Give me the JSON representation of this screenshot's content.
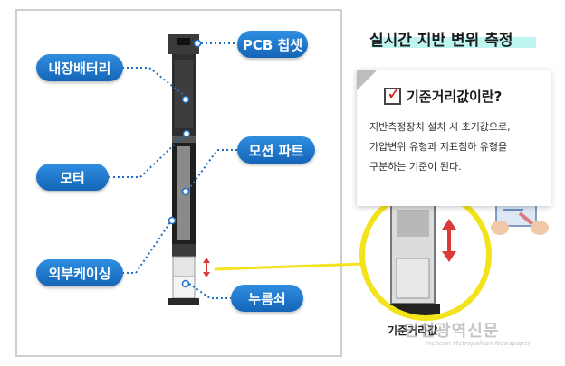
{
  "diagram": {
    "labels": {
      "pcb": "PCB 칩셋",
      "battery": "내장배터리",
      "motion": "모션 파트",
      "motor": "모터",
      "casing": "외부케이싱",
      "button": "누름쇠"
    }
  },
  "info": {
    "title": "실시간 지반 변위 측정",
    "question": "기준거리값이란?",
    "description_lines": [
      "지반측정장치 설치 시 초기값으로,",
      "가압변위 유형과 지표침하 유형을",
      "구분하는 기준이 된다."
    ],
    "zoom_caption": "기준거리값"
  },
  "watermark": {
    "name": "인천광역신문",
    "subtitle": "Incheon Metropolitan Newspaper"
  },
  "colors": {
    "pill_blue": "#1f7ad1",
    "dotted_line": "#1f6fc4",
    "arrow_red": "#d93a3a",
    "zoom_ring": "#f2e31b",
    "highlight": "#bff5f0"
  }
}
